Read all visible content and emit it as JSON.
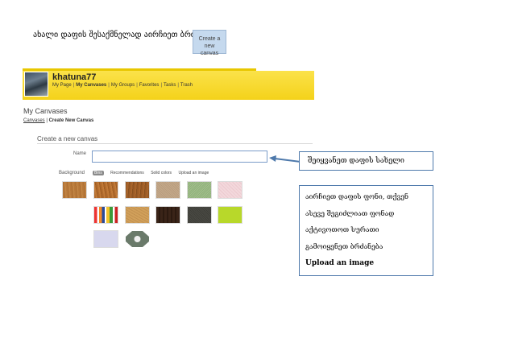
{
  "caption": "ახალი დაფის შესაქმნელად აირჩიეთ ბრძანება",
  "create_button": {
    "line1": "Create a new",
    "line2": "canvas"
  },
  "header": {
    "username": "khatuna77",
    "nav": [
      "My Page",
      "My Canvases",
      "My Groups",
      "Favorites",
      "Tasks",
      "Trash"
    ],
    "active_nav": "My Canvases"
  },
  "page": {
    "title": "My Canvases",
    "breadcrumb_link": "Canvases",
    "breadcrumb_sep": "|",
    "breadcrumb_current": "Create New Canvas",
    "section_title": "Create a new canvas",
    "name_label": "Name",
    "name_value": "",
    "background_label": "Background",
    "bg_tabs": [
      "Bins",
      "Recommendations",
      "Solid colors",
      "Upload an image"
    ]
  },
  "swatches": [
    {
      "name": "wood-light",
      "color": "#b8793a"
    },
    {
      "name": "wood-medium",
      "color": "#b06a2c"
    },
    {
      "name": "wood-dark",
      "color": "#9a5a25"
    },
    {
      "name": "linen",
      "color": "#c4a98a"
    },
    {
      "name": "green-fabric",
      "color": "#8fb07a"
    },
    {
      "name": "pink-paper",
      "color": "#f3d8dc"
    },
    {
      "name": "stripes",
      "color": "#f08a2a"
    },
    {
      "name": "cork",
      "color": "#d1a05a"
    },
    {
      "name": "dark-wood",
      "color": "#3a2418"
    },
    {
      "name": "dark-gray",
      "color": "#4a4a44"
    },
    {
      "name": "lime",
      "color": "#b8d82a"
    },
    {
      "name": "lavender",
      "color": "#d8d8ee"
    },
    {
      "name": "gear-shape",
      "color": "#6a7a6a"
    }
  ],
  "callouts": {
    "name_hint": "შეიყვანეთ  დაფის სახელი",
    "bg_hint_lines": [
      "აირჩიეთ დაფის ფონი, თქვენ",
      "ასევე შეგიძლიათ ფონად",
      "აქტივოთოთ სურათი",
      "გამოიყენეთ ბრძანება"
    ],
    "bg_hint_command": "Upload an image",
    "border_color": "#4e79ab",
    "arrow_color": "#4e79ab"
  }
}
